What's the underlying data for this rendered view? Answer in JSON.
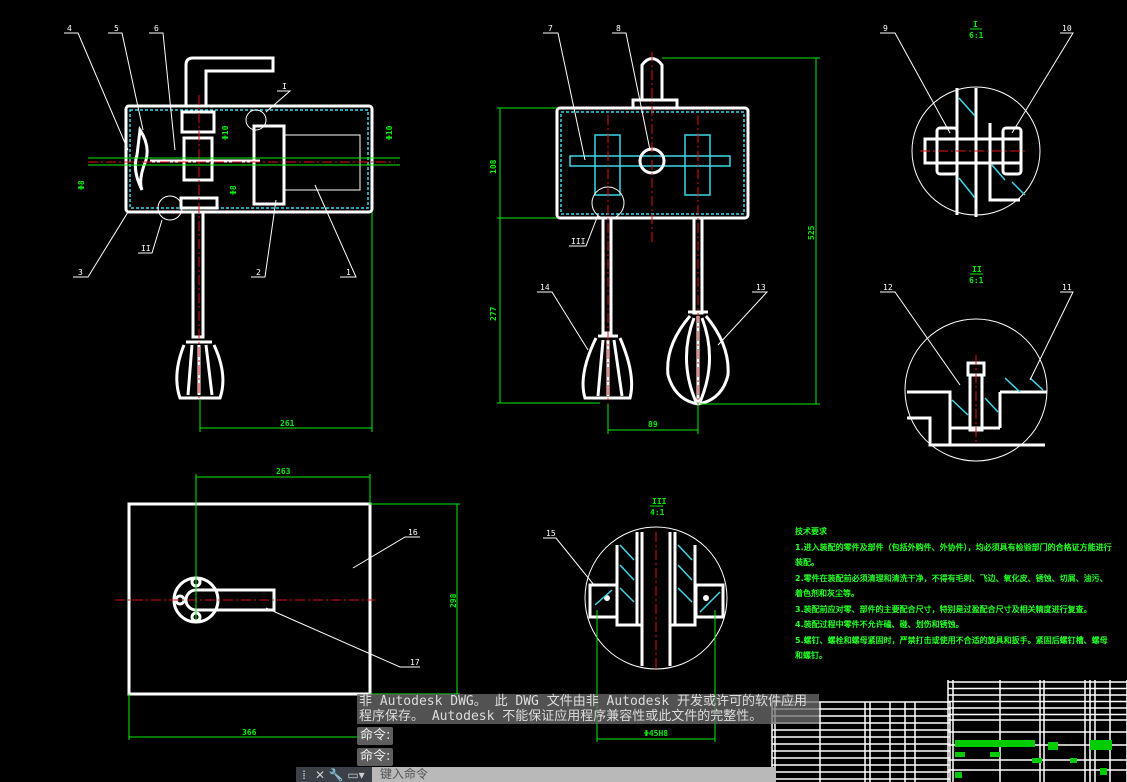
{
  "drawing": {
    "part_labels": {
      "front": [
        "4",
        "5",
        "6",
        "I",
        "3",
        "II",
        "2",
        "1"
      ],
      "side": [
        "7",
        "8",
        "III",
        "14",
        "13"
      ],
      "detail_I": [
        "9",
        "10"
      ],
      "detail_II": [
        "12",
        "11"
      ],
      "top": [
        "16",
        "17"
      ],
      "detail_III": [
        "15"
      ]
    },
    "detail_titles": [
      {
        "name": "I",
        "scale": "6:1"
      },
      {
        "name": "II",
        "scale": "6:1"
      },
      {
        "name": "III",
        "scale": "4:1"
      }
    ],
    "dimensions": {
      "front_width": "261",
      "side_height_top": "108",
      "side_height_bottom": "277",
      "side_total": "525",
      "side_spacing": "89",
      "top_offset": "263",
      "top_width": "366",
      "top_height": "298",
      "bearing_fit": "Φ45H8",
      "front_dia_1": "Φ8",
      "front_dia_2": "Φ10",
      "front_dia_3": "Φ8",
      "front_dia_4": "Φ10"
    }
  },
  "tech_requirements": {
    "title": "技术要求",
    "items": [
      "1.进入装配的零件及部件（包括外购件、外协件），均必须具有检验部门的合格证方能进行装配。",
      "2.零件在装配前必须清理和清洗干净，不得有毛刺、飞边、氧化皮、锈蚀、切屑、油污、着色剂和灰尘等。",
      "3.装配前应对零、部件的主要配合尺寸，特别是过盈配合尺寸及相关精度进行复查。",
      "4.装配过程中零件不允许磕、碰、划伤和锈蚀。",
      "5.螺钉、螺栓和螺母紧固时，严禁打击或使用不合适的旋具和扳手。紧固后螺钉槽、螺母和螺钉。"
    ]
  },
  "command_line": {
    "message": "非 Autodesk DWG。 此 DWG 文件由非 Autodesk 开发或许可的软件应用程序保存。 Autodesk 不能保证应用程序兼容性或此文件的完整性。",
    "history": [
      "命令:",
      "命令:"
    ],
    "placeholder": "键入命令",
    "icons": [
      "grip-icon",
      "close-icon",
      "wrench-icon",
      "command-window-icon"
    ]
  },
  "colors": {
    "background": "#000000",
    "geometry": "#ffffff",
    "dimension": "#00ee00",
    "centerline": "#e01010",
    "hatch": "#3cd8e8"
  }
}
